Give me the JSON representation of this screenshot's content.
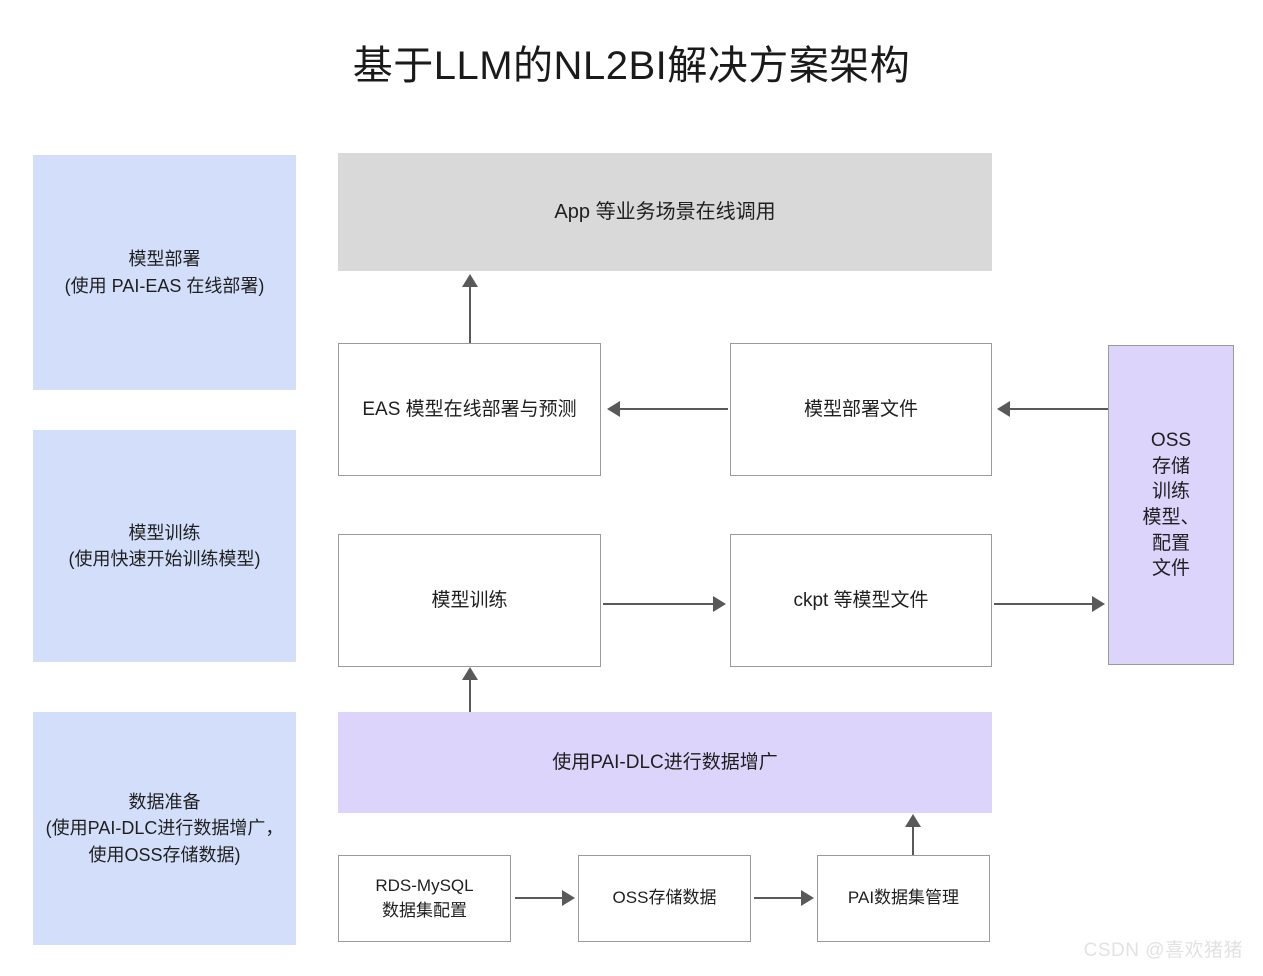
{
  "page": {
    "title": "基于LLM的NL2BI解决方案架构",
    "watermark": "CSDN @喜欢猪猪",
    "background": "#ffffff"
  },
  "colors": {
    "stage_band": "#d3dffa",
    "grey_bar": "#d9d9d9",
    "purple": "#dcd4fa",
    "box_border": "#9a9a9a",
    "arrow": "#595959",
    "text": "#1f1f1f",
    "watermark": "#e2e2e2"
  },
  "stages": [
    {
      "id": "model-deploy",
      "label": "模型部署\n(使用 PAI-EAS 在线部署)"
    },
    {
      "id": "model-train",
      "label": "模型训练\n(使用快速开始训练模型)"
    },
    {
      "id": "data-prep",
      "label": "数据准备\n(使用PAI-DLC进行数据增广，使用OSS存储数据)"
    }
  ],
  "nodes": {
    "app_bar": "App 等业务场景在线调用",
    "eas_serving": "EAS 模型在线部署与预测",
    "deploy_files": "模型部署文件",
    "oss_store": "OSS\n存储\n训练\n模型、\n配置\n文件",
    "model_training": "模型训练",
    "ckpt_files": "ckpt 等模型文件",
    "dlc_augment": "使用PAI-DLC进行数据增广",
    "rds_mysql": "RDS-MySQL\n数据集配置",
    "oss_data": "OSS存储数据",
    "pai_dataset": "PAI数据集管理"
  },
  "edges": [
    {
      "id": "eas-to-app",
      "from": "eas_serving",
      "to": "app_bar",
      "direction": "up"
    },
    {
      "id": "deployfiles-to-eas",
      "from": "deploy_files",
      "to": "eas_serving",
      "direction": "left"
    },
    {
      "id": "oss-to-deployfiles",
      "from": "oss_store",
      "to": "deploy_files",
      "direction": "left"
    },
    {
      "id": "training-to-ckpt",
      "from": "model_training",
      "to": "ckpt_files",
      "direction": "right"
    },
    {
      "id": "ckpt-to-oss",
      "from": "ckpt_files",
      "to": "oss_store",
      "direction": "right"
    },
    {
      "id": "dlc-to-training",
      "from": "dlc_augment",
      "to": "model_training",
      "direction": "up"
    },
    {
      "id": "rds-to-ossdata",
      "from": "rds_mysql",
      "to": "oss_data",
      "direction": "right"
    },
    {
      "id": "ossdata-to-paidataset",
      "from": "oss_data",
      "to": "pai_dataset",
      "direction": "right"
    },
    {
      "id": "paidataset-to-dlc",
      "from": "pai_dataset",
      "to": "dlc_augment",
      "direction": "up"
    }
  ]
}
